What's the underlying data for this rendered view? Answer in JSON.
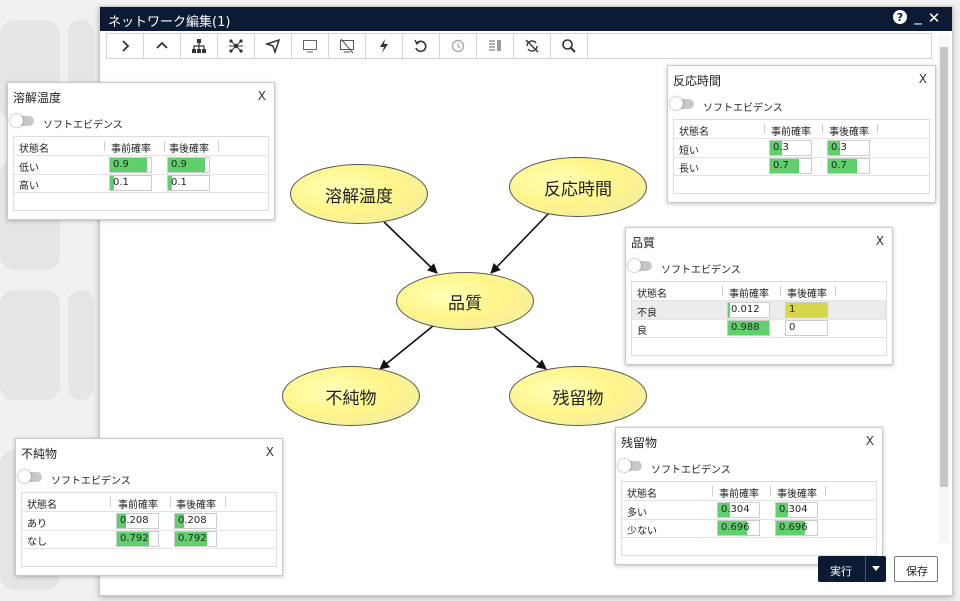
{
  "window": {
    "title": "ネットワーク編集(1)",
    "help": "?",
    "minimize": "_",
    "close": "✕"
  },
  "toolbar": [
    {
      "icon": "chevron-right-icon"
    },
    {
      "icon": "chevron-up-icon"
    },
    {
      "icon": "tree-layout-icon"
    },
    {
      "icon": "network-layout-icon"
    },
    {
      "icon": "send-icon"
    },
    {
      "icon": "monitor-icon"
    },
    {
      "icon": "monitor-off-icon"
    },
    {
      "icon": "lightning-icon"
    },
    {
      "icon": "undo-icon"
    },
    {
      "icon": "history-icon"
    },
    {
      "icon": "list-icon"
    },
    {
      "icon": "sync-off-icon"
    },
    {
      "icon": "search-icon"
    }
  ],
  "nodes": {
    "n1": "溶解温度",
    "n2": "反応時間",
    "n3": "品質",
    "n4": "不純物",
    "n5": "残留物"
  },
  "common": {
    "soft_evidence": "ソフトエビデンス",
    "col_state": "状態名",
    "col_prior": "事前確率",
    "col_post": "事後確率",
    "close": "X"
  },
  "panels": {
    "p1": {
      "title": "溶解温度",
      "rows": [
        {
          "state": "低い",
          "prior": "0.9",
          "post": "0.9",
          "prior_frac": 0.9,
          "post_frac": 0.9
        },
        {
          "state": "高い",
          "prior": "0.1",
          "post": "0.1",
          "prior_frac": 0.1,
          "post_frac": 0.1
        }
      ]
    },
    "p2": {
      "title": "反応時間",
      "rows": [
        {
          "state": "短い",
          "prior": "0.3",
          "post": "0.3",
          "prior_frac": 0.3,
          "post_frac": 0.3
        },
        {
          "state": "長い",
          "prior": "0.7",
          "post": "0.7",
          "prior_frac": 0.7,
          "post_frac": 0.7
        }
      ]
    },
    "p3": {
      "title": "品質",
      "rows": [
        {
          "state": "不良",
          "prior": "0.012",
          "post": "1",
          "prior_frac": 0.012,
          "post_frac": 1
        },
        {
          "state": "良",
          "prior": "0.988",
          "post": "0",
          "prior_frac": 0.988,
          "post_frac": 0
        }
      ]
    },
    "p4": {
      "title": "不純物",
      "rows": [
        {
          "state": "あり",
          "prior": "0.208",
          "post": "0.208",
          "prior_frac": 0.208,
          "post_frac": 0.208
        },
        {
          "state": "なし",
          "prior": "0.792",
          "post": "0.792",
          "prior_frac": 0.792,
          "post_frac": 0.792
        }
      ]
    },
    "p5": {
      "title": "残留物",
      "rows": [
        {
          "state": "多い",
          "prior": "0.304",
          "post": "0.304",
          "prior_frac": 0.304,
          "post_frac": 0.304
        },
        {
          "state": "少ない",
          "prior": "0.696",
          "post": "0.696",
          "prior_frac": 0.696,
          "post_frac": 0.696
        }
      ]
    }
  },
  "colors": {
    "bar": "#5fd06b",
    "evidence": "#d6d64a"
  },
  "actions": {
    "run": "実行",
    "save": "保存"
  }
}
